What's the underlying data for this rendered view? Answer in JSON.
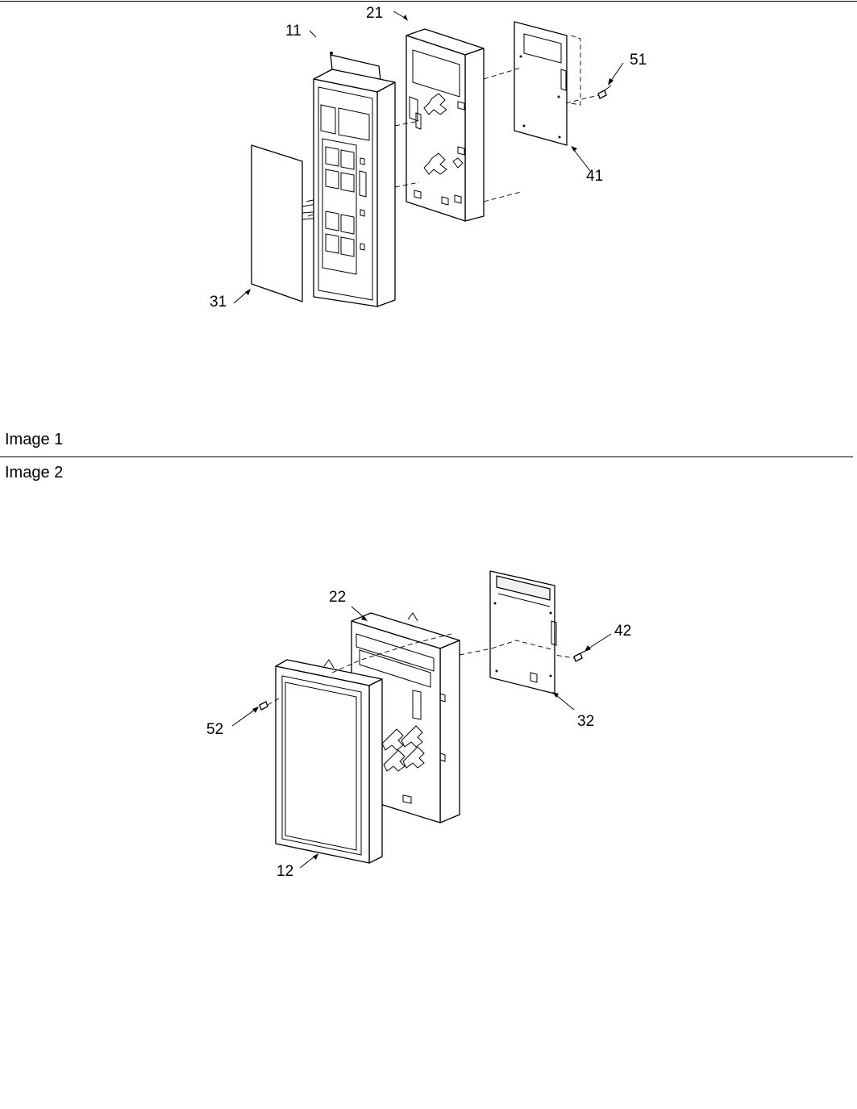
{
  "figure1": {
    "caption": "Image 1",
    "labels": [
      "11",
      "21",
      "31",
      "41",
      "51"
    ]
  },
  "figure2": {
    "caption": "Image 2",
    "labels": [
      "12",
      "22",
      "32",
      "42",
      "52"
    ]
  }
}
